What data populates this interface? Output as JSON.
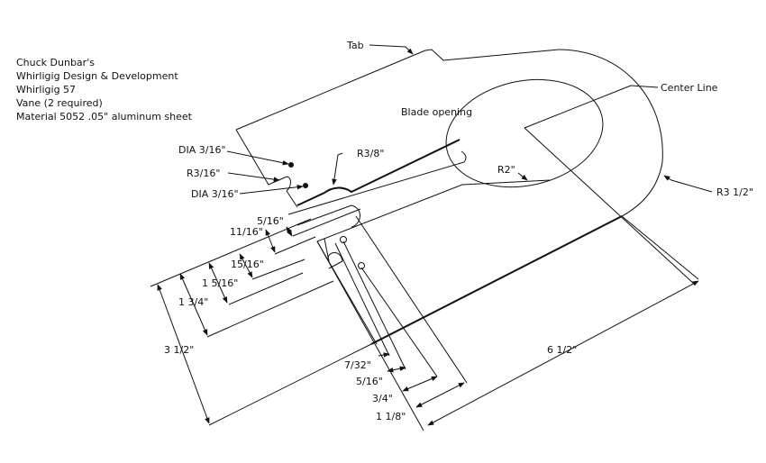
{
  "title_block": {
    "lines": [
      "Chuck Dunbar's",
      "Whirligig Design & Development",
      "Whirligig 57",
      "Vane (2 required)",
      "Material  5052 .05\" aluminum sheet"
    ]
  },
  "callouts": {
    "tab": "Tab",
    "center_line": "Center Line",
    "blade_opening": "Blade opening",
    "dia1": "DIA 3/16\"",
    "r316": "R3/16\"",
    "r38": "R3/8\"",
    "dia2": "DIA 3/16\"",
    "r2": "R2\"",
    "r3half": "R3 1/2\""
  },
  "dimensions": {
    "d5_16_top": "5/16\"",
    "d11_16": "11/16\"",
    "d15_16": "15/16\"",
    "d1_5_16": "1 5/16\"",
    "d1_3_4": "1 3/4\"",
    "d3_1_2": "3 1/2\"",
    "d7_32": "7/32\"",
    "d5_16_bottom": "5/16\"",
    "d3_4": "3/4\"",
    "d1_1_8": "1 1/8\"",
    "d6_1_2": "6 1/2\""
  }
}
